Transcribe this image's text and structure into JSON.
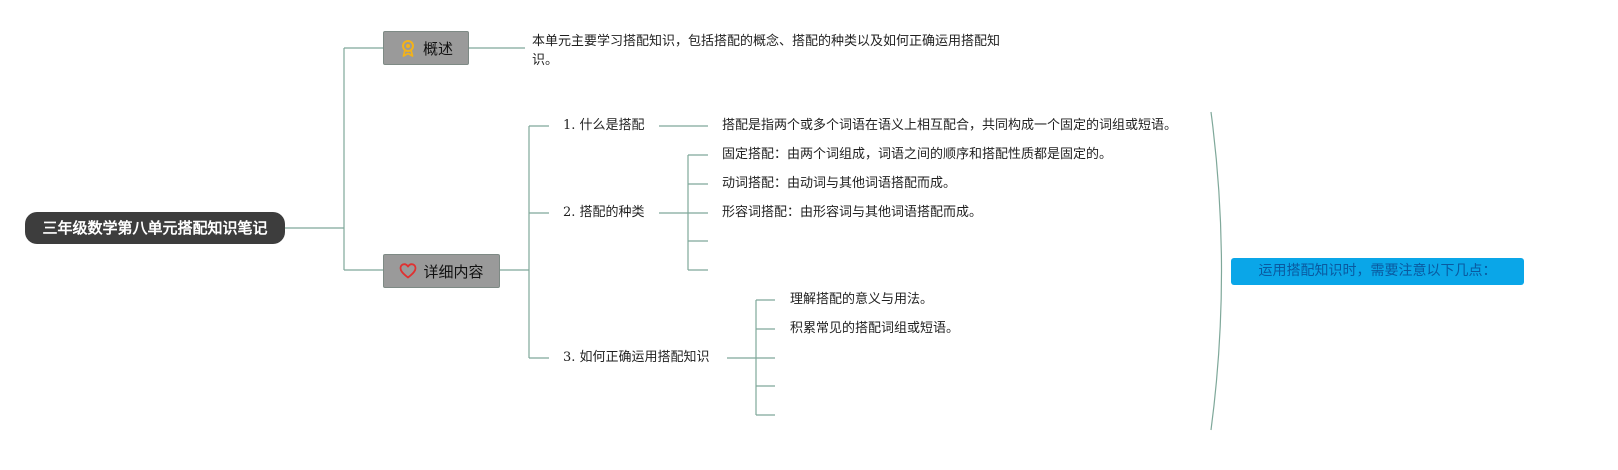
{
  "root": {
    "label": "三年级数学第八单元搭配知识笔记"
  },
  "overview": {
    "label": "概述",
    "icon": "award-ribbon-icon",
    "icon_color": "#f2b21b",
    "text": "本单元主要学习搭配知识，包括搭配的概念、搭配的种类以及如何正确运用搭配知识。"
  },
  "details": {
    "label": "详细内容",
    "icon": "heart-icon",
    "icon_color": "#e03131",
    "items": [
      {
        "label": "1. 什么是搭配",
        "children": [
          "搭配是指两个或多个词语在语义上相互配合，共同构成一个固定的词组或短语。"
        ]
      },
      {
        "label": "2. 搭配的种类",
        "children": [
          "固定搭配：由两个词组成，词语之间的顺序和搭配性质都是固定的。",
          "动词搭配：由动词与其他词语搭配而成。",
          "形容词搭配：由形容词与其他词语搭配而成。",
          "",
          ""
        ]
      },
      {
        "label": "3. 如何正确运用搭配知识",
        "children": [
          "理解搭配的意义与用法。",
          "积累常见的搭配词组或短语。",
          "",
          "",
          ""
        ]
      }
    ]
  },
  "summary": {
    "label": "运用搭配知识时，需要注意以下几点："
  },
  "colors": {
    "connector": "#7fa89a",
    "root_bg": "#3d3d3d",
    "category_bg": "#9a9a9a",
    "summary_bg": "#0aa6e8",
    "summary_text": "#0a5aa0"
  }
}
